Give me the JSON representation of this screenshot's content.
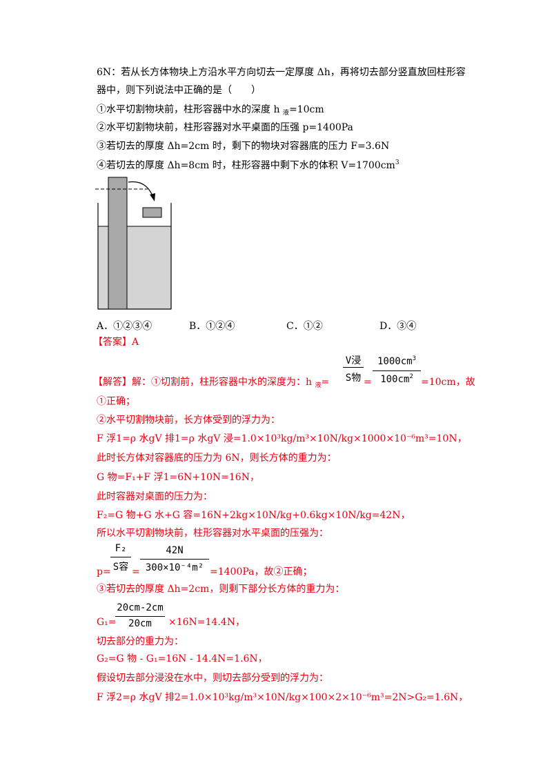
{
  "question": {
    "line1": "6N：若从长方体物块上方沿水平方向切去一定厚度 Δh，再将切去部分竖直放回柱形容",
    "line2": "器中，则下列说法中正确的是（　　）",
    "s1": "①水平切割物块前，柱形容器中水的深度 h ",
    "s1_sub": "液",
    "s1_tail": "=10cm",
    "s2": "②水平切割物块前，柱形容器对水平桌面的压强 p=1400Pa",
    "s3": "③若切去的厚度 Δh=2cm 时，剩下的物块对容器底的压力 F=3.6N",
    "s4": "④若切去的厚度 Δh=8cm 时，柱形容器中剩下水的体积 V=1700cm",
    "s4_sup": "3"
  },
  "options": {
    "A": "A．①②③④",
    "B": "B．①②④",
    "C": "C．①②",
    "D": "D．③④"
  },
  "answer": {
    "label": "【答案】A"
  },
  "solution": {
    "l1_head": "【解答】",
    "l1_a": "解：①切割前，柱形容器中水的深度为：h ",
    "l1_sub": "液",
    "l1_b": "=",
    "l1_c": "=",
    "l1_d": "=10cm，故",
    "f1_num": "V浸",
    "f1_den": "S物",
    "f2_num": "1000cm",
    "f2_num_sup": "3",
    "f2_den": "100cm",
    "f2_den_sup": "2",
    "l2": "①正确；",
    "l3": "②水平切割物块前，长方体受到的浮力为：",
    "l4": "F 浮1=ρ 水gV 排1=ρ 水gV 浸=1.0×10³kg/m³×10N/kg×1000×10⁻⁶m³=10N，",
    "l5": "此时长方体对容器底的压力为 6N，则长方体的重力为：",
    "l6": "G 物=F₁+F 浮1=6N+10N=16N，",
    "l7": "此时容器对桌面的压力为：",
    "l8": "F₂=G 物+G 水+G 容=16N+2kg×10N/kg+0.6kg×10N/kg=42N，",
    "l9": "所以水平切割物块前，柱形容器对水平桌面的压强为：",
    "f3_num": "F₂",
    "f3_den": "S容",
    "f4_num": "42N",
    "f4_den": "300×10⁻⁴m²",
    "l10_a": "p=",
    "l10_b": "=",
    "l10_c": "=1400Pa，故②正确；",
    "l11": "③若切去的厚度 Δh=2cm，则剩下部分长方体的重力为：",
    "f5_num": "20cm-2cm",
    "f5_den": "20cm",
    "l12_a": "G₁=",
    "l12_b": "×16N=14.4N，",
    "l13": "切去部分的重力为：",
    "l14": "G₂=G 物 - G₁=16N - 14.4N=1.6N，",
    "l15": "假设切去部分浸没在水中，则切去部分受到的浮力为：",
    "l16": "F 浮2=ρ 水gV 排2=1.0×10³kg/m³×10N/kg×100×2×10⁻⁶m³=2N>G₂=1.6N，"
  },
  "colors": {
    "solution_text": "#e60012",
    "water": "#d4d4d4",
    "block": "#a8a8a8"
  }
}
